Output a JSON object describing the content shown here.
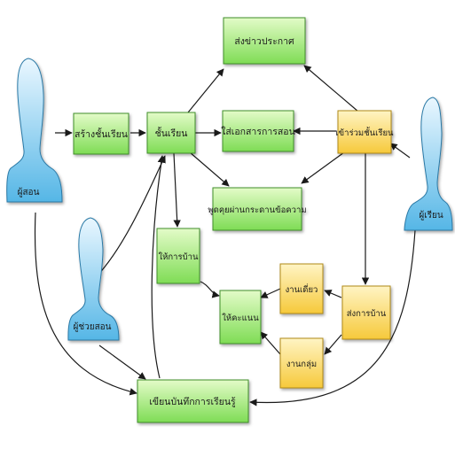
{
  "colors": {
    "green_top": "#e3fbc8",
    "green_bottom": "#7fdc55",
    "green_border": "#3f8f2b",
    "yellow_top": "#fff4c4",
    "yellow_bottom": "#f6c93b",
    "yellow_border": "#b18a14",
    "actor_top": "#eaf7ff",
    "actor_bottom": "#55b6e6",
    "actor_border": "#2a79a6",
    "arrow": "#1a1a1a"
  },
  "actors": {
    "teacher": "ผู้สอน",
    "assistant": "ผู้ช่วยสอน",
    "student": "ผู้เรียน"
  },
  "nodes": {
    "announcement": "ส่งข่าวประกาศ",
    "create_class": "สร้างชั้นเรียน",
    "classroom": "ชั้นเรียน",
    "upload_documents": "ใส่เอกสารการสอน",
    "join_class": "เข้าร่วมชั้นเรียน",
    "discussion_board": "พูดคุยผ่านกระดานข้อความ",
    "assign_homework": "ให้การบ้าน",
    "grading": "ให้คะแนน",
    "individual_work": "งานเดี่ยว",
    "submit_homework": "ส่งการบ้าน",
    "group_work": "งานกลุ่ม",
    "learning_journal": "เขียนบันทึกการเรียนรู้"
  }
}
